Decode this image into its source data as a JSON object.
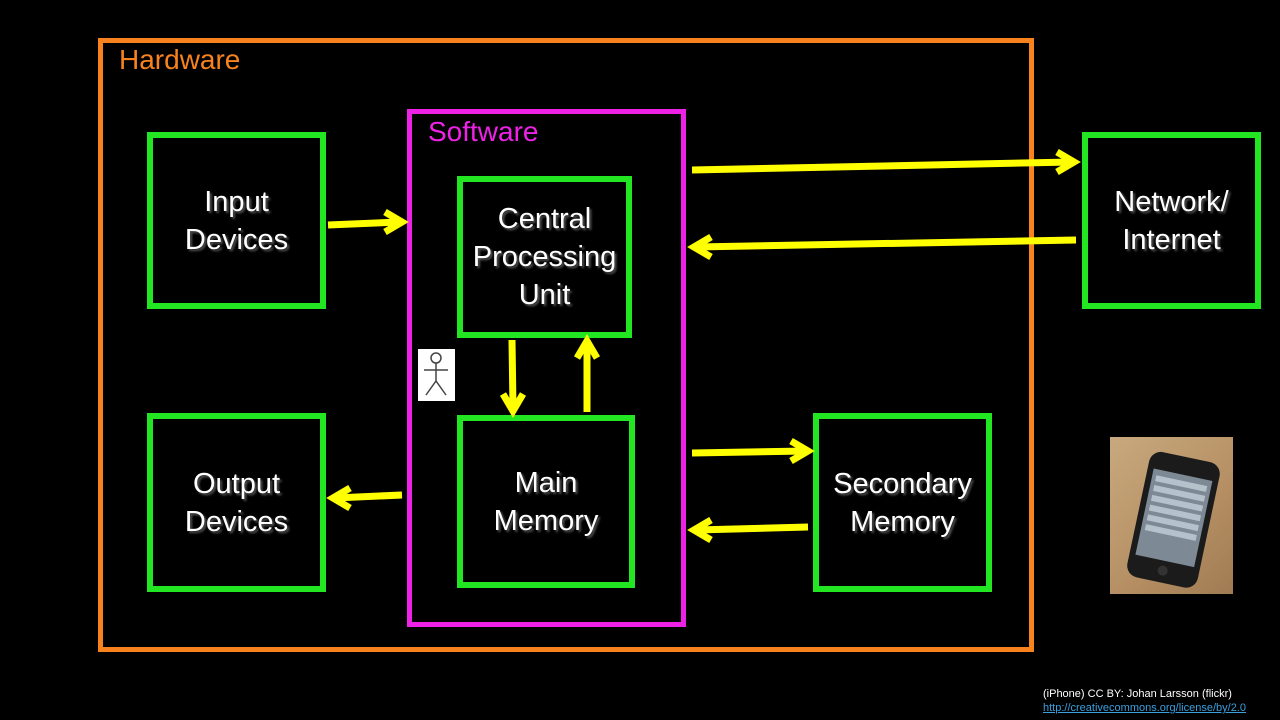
{
  "frames": {
    "hardware_label": "Hardware",
    "software_label": "Software"
  },
  "boxes": {
    "input": "Input\nDevices",
    "output": "Output\nDevices",
    "cpu": "Central\nProcessing\nUnit",
    "main_memory": "Main\nMemory",
    "network": "Network/\nInternet",
    "secondary": "Secondary\nMemory"
  },
  "icons": {
    "user": "stick-figure-icon",
    "photo": "iphone-photo"
  },
  "credit": {
    "text": "(iPhone) CC BY: Johan Larsson (flickr)",
    "link": "http://creativecommons.org/license/by/2.0"
  },
  "colors": {
    "hardware": "#f7821e",
    "software": "#ee22e6",
    "component": "#22e622",
    "arrow": "#ffff00",
    "background": "#000000"
  }
}
